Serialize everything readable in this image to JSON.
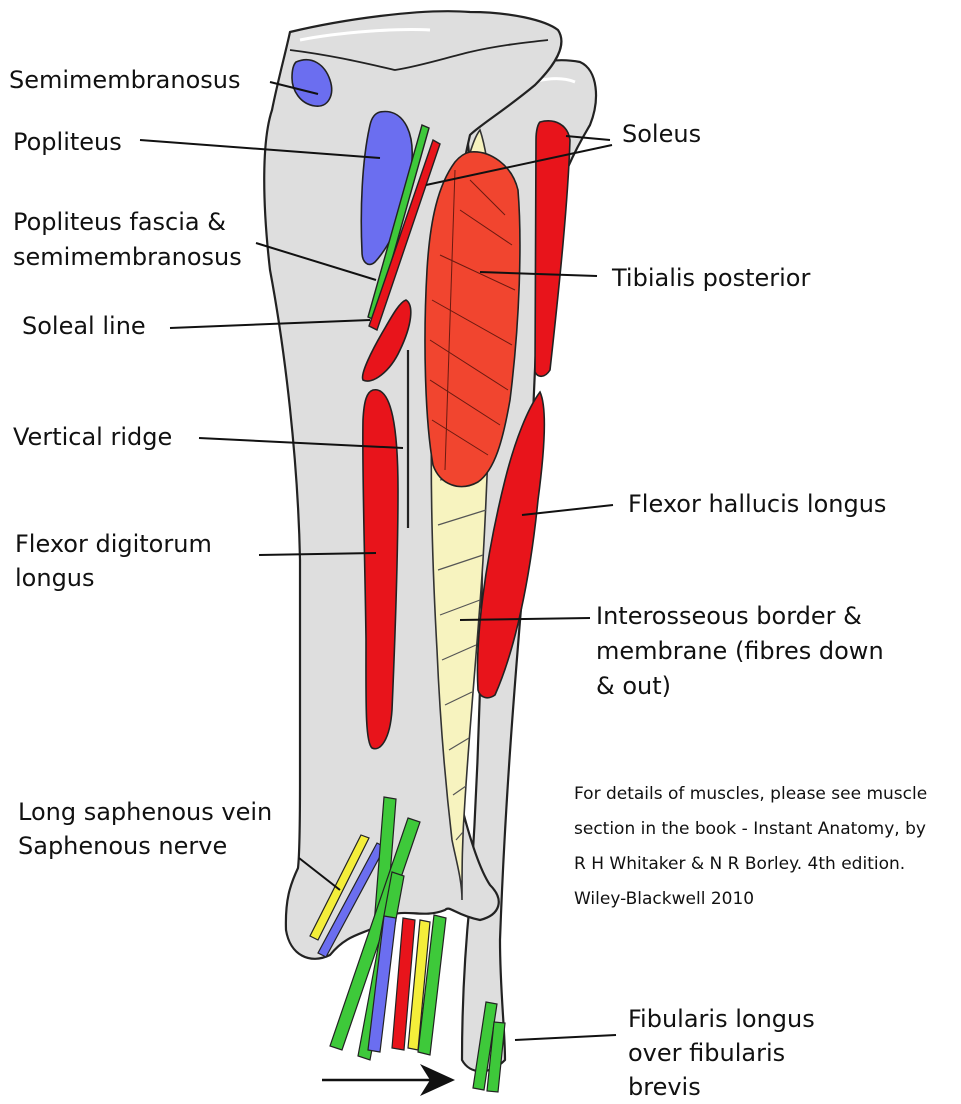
{
  "colors": {
    "bone": "#dedede",
    "muscle_red": "#e8141b",
    "tibialis_red": "#f1452f",
    "blue": "#6b6ef0",
    "green": "#3ec93a",
    "yellow": "#f4ee3a",
    "membrane": "#f7f3bf"
  },
  "labels": {
    "semimembranosus": "Semimembranosus",
    "popliteus": "Popliteus",
    "popliteus_fascia_1": "Popliteus fascia &",
    "popliteus_fascia_2": "semimembranosus",
    "soleal_line": "Soleal line",
    "vertical_ridge": "Vertical ridge",
    "fdl_1": "Flexor digitorum",
    "fdl_2": "longus",
    "saphenous_1": "Long saphenous vein",
    "saphenous_2": "Saphenous nerve",
    "soleus": "Soleus",
    "tibialis_posterior": "Tibialis posterior",
    "fhl": "Flexor hallucis longus",
    "interosseous_1": "Interosseous border &",
    "interosseous_2": "membrane (fibres down",
    "interosseous_3": "& out)",
    "fibularis_1": "Fibularis longus",
    "fibularis_2": "over fibularis",
    "fibularis_3": "brevis"
  },
  "credit": {
    "line1": "For details of muscles, please see muscle",
    "line2": "section in the book - Instant Anatomy, by",
    "line3": "R H Whitaker & N R Borley. 4th edition.",
    "line4": "Wiley-Blackwell 2010"
  }
}
